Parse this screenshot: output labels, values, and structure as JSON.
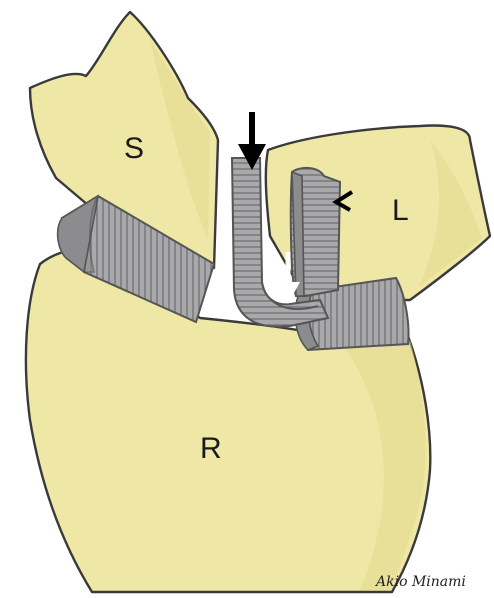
{
  "labels": {
    "scaphoid": "S",
    "lunate": "L",
    "radius": "R"
  },
  "signature": "Akio Minami",
  "colors": {
    "bone": "#efe7a6",
    "ligament": "#a9a9ab",
    "outline": "#3a3a3a",
    "black_arrow": "#000000",
    "white_arrow": "#ffffff"
  },
  "icons": {
    "black_arrow": "arrow-down-icon",
    "white_arrow": "arrow-down-icon",
    "arrowhead": "chevron-left-icon"
  }
}
